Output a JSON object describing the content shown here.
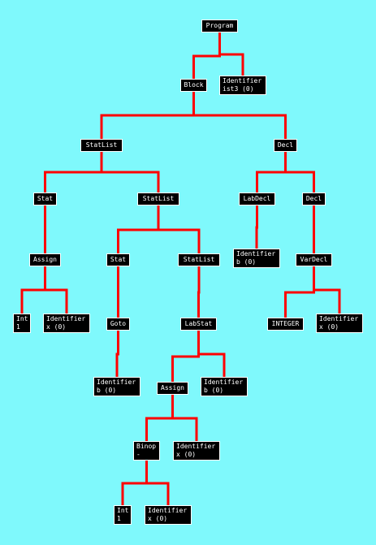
{
  "tree": {
    "nodes": [
      {
        "id": "program",
        "label": "Program",
        "sub": ""
      },
      {
        "id": "block",
        "label": "Block",
        "sub": ""
      },
      {
        "id": "ident-ist3",
        "label": "Identifier",
        "sub": "ist3 (0)"
      },
      {
        "id": "statlist-1",
        "label": "StatList",
        "sub": ""
      },
      {
        "id": "decl-1",
        "label": "Decl",
        "sub": ""
      },
      {
        "id": "stat-1",
        "label": "Stat",
        "sub": ""
      },
      {
        "id": "statlist-2",
        "label": "StatList",
        "sub": ""
      },
      {
        "id": "labdecl",
        "label": "LabDecl",
        "sub": ""
      },
      {
        "id": "decl-2",
        "label": "Decl",
        "sub": ""
      },
      {
        "id": "assign-1",
        "label": "Assign",
        "sub": ""
      },
      {
        "id": "stat-2",
        "label": "Stat",
        "sub": ""
      },
      {
        "id": "statlist-3",
        "label": "StatList",
        "sub": ""
      },
      {
        "id": "ident-b-1",
        "label": "Identifier",
        "sub": "b (0)"
      },
      {
        "id": "vardecl",
        "label": "VarDecl",
        "sub": ""
      },
      {
        "id": "int-1",
        "label": "Int",
        "sub": "1"
      },
      {
        "id": "ident-x-1",
        "label": "Identifier",
        "sub": "x (0)"
      },
      {
        "id": "goto",
        "label": "Goto",
        "sub": ""
      },
      {
        "id": "labstat",
        "label": "LabStat",
        "sub": ""
      },
      {
        "id": "integer",
        "label": "INTEGER",
        "sub": ""
      },
      {
        "id": "ident-x-2",
        "label": "Identifier",
        "sub": "x (0)"
      },
      {
        "id": "ident-b-2",
        "label": "Identifier",
        "sub": "b (0)"
      },
      {
        "id": "assign-2",
        "label": "Assign",
        "sub": ""
      },
      {
        "id": "ident-b-3",
        "label": "Identifier",
        "sub": "b (0)"
      },
      {
        "id": "binop",
        "label": "Binop",
        "sub": "-"
      },
      {
        "id": "ident-x-3",
        "label": "Identifier",
        "sub": "x (0)"
      },
      {
        "id": "int-2",
        "label": "Int",
        "sub": "1"
      },
      {
        "id": "ident-x-4",
        "label": "Identifier",
        "sub": "x (0)"
      }
    ],
    "edges": [
      [
        "program",
        "block"
      ],
      [
        "program",
        "ident-ist3"
      ],
      [
        "block",
        "statlist-1"
      ],
      [
        "block",
        "decl-1"
      ],
      [
        "statlist-1",
        "stat-1"
      ],
      [
        "statlist-1",
        "statlist-2"
      ],
      [
        "decl-1",
        "labdecl"
      ],
      [
        "decl-1",
        "decl-2"
      ],
      [
        "stat-1",
        "assign-1"
      ],
      [
        "statlist-2",
        "stat-2"
      ],
      [
        "statlist-2",
        "statlist-3"
      ],
      [
        "labdecl",
        "ident-b-1"
      ],
      [
        "decl-2",
        "vardecl"
      ],
      [
        "assign-1",
        "int-1"
      ],
      [
        "assign-1",
        "ident-x-1"
      ],
      [
        "stat-2",
        "goto"
      ],
      [
        "statlist-3",
        "labstat"
      ],
      [
        "vardecl",
        "integer"
      ],
      [
        "vardecl",
        "ident-x-2"
      ],
      [
        "goto",
        "ident-b-2"
      ],
      [
        "labstat",
        "assign-2"
      ],
      [
        "labstat",
        "ident-b-3"
      ],
      [
        "assign-2",
        "binop"
      ],
      [
        "assign-2",
        "ident-x-3"
      ],
      [
        "binop",
        "int-2"
      ],
      [
        "binop",
        "ident-x-4"
      ]
    ]
  },
  "colors": {
    "background": "#7ff9fc",
    "edge": "#ff0000",
    "node_fill": "#000000",
    "node_text": "#ffffff"
  }
}
